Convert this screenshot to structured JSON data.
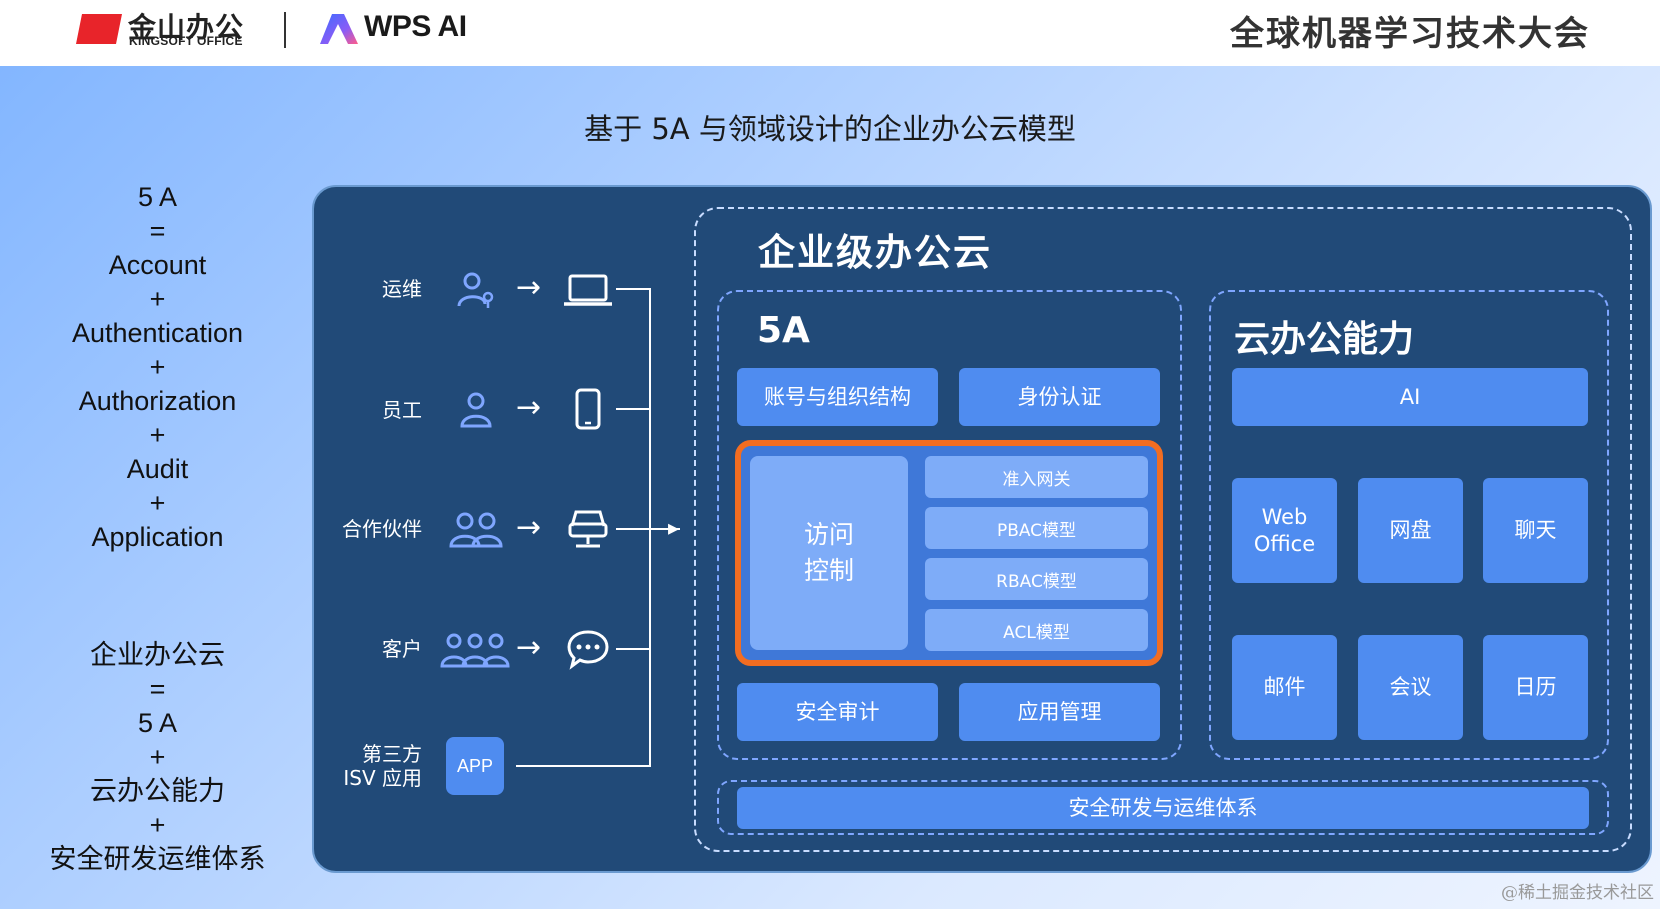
{
  "header": {
    "kingsoft_name": "金山办公",
    "kingsoft_sub": "KINGSOFT OFFICE",
    "wps_ai": "WPS AI",
    "conference": "全球机器学习技术大会"
  },
  "slide_title": "基于 5A 与领域设计的企业办公云模型",
  "formula_5a": [
    "5 A",
    "=",
    "Account",
    "+",
    "Authentication",
    "+",
    "Authorization",
    "+",
    "Audit",
    "+",
    "Application"
  ],
  "formula_cloud": [
    "企业办公云",
    "=",
    "5 A",
    "+",
    "云办公能力",
    "+",
    "安全研发运维体系"
  ],
  "users": [
    {
      "label": "运维",
      "icon": "admin-user-icon",
      "device": "laptop-icon"
    },
    {
      "label": "员工",
      "icon": "user-icon",
      "device": "phone-icon"
    },
    {
      "label": "合作伙伴",
      "icon": "two-users-icon",
      "device": "server-icon"
    },
    {
      "label": "客户",
      "icon": "three-users-icon",
      "device": "chat-icon"
    },
    {
      "label": "第三方\nISV 应用",
      "icon": "",
      "device": "app-box",
      "app_label": "APP"
    }
  ],
  "enterprise": {
    "title": "企业级办公云",
    "fivea": {
      "title": "5A",
      "account": "账号与组织结构",
      "identity": "身份认证",
      "access_control": "访问\n控制",
      "access_items": [
        "准入网关",
        "PBAC模型",
        "RBAC模型",
        "ACL模型"
      ],
      "audit": "安全审计",
      "app_mgmt": "应用管理"
    },
    "cloud": {
      "title": "云办公能力",
      "ai": "AI",
      "apps": [
        "Web\nOffice",
        "网盘",
        "聊天",
        "邮件",
        "会议",
        "日历"
      ]
    },
    "security": "安全研发与运维体系"
  },
  "colors": {
    "panel": "#214a78",
    "block": "#4f8cf0",
    "highlight": "#f26d21",
    "kingsoft_red": "#e8242a"
  },
  "watermark": "@稀土掘金技术社区"
}
